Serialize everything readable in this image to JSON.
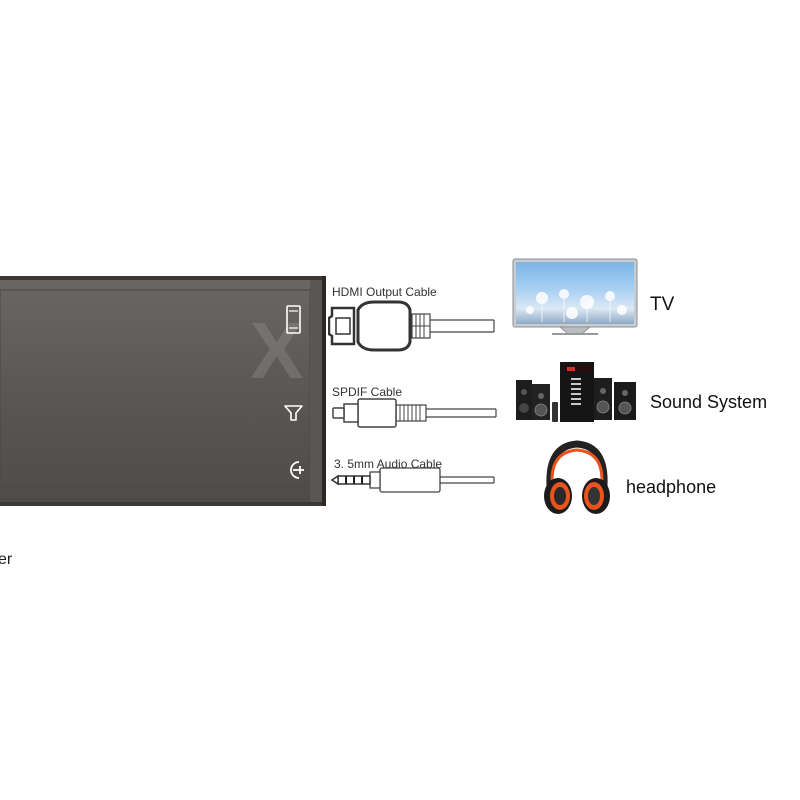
{
  "partial_text": "er",
  "cables": [
    {
      "label": "HDMI Output  Cable",
      "type": "hdmi"
    },
    {
      "label": "SPDIF  Cable",
      "type": "spdif"
    },
    {
      "label": "3. 5mm Audio Cable",
      "type": "aux"
    }
  ],
  "destinations": [
    {
      "label": "TV",
      "icon": "tv-icon"
    },
    {
      "label": "Sound System",
      "icon": "speaker-system-icon"
    },
    {
      "label": "headphone",
      "icon": "headphone-icon"
    }
  ],
  "device_ports": [
    "hdmi-port-icon",
    "optical-port-icon",
    "audio-jack-icon"
  ],
  "colors": {
    "device_body": "#5e5a57",
    "device_edge": "#2f2c2a",
    "headphone_accent": "#e8541b"
  }
}
